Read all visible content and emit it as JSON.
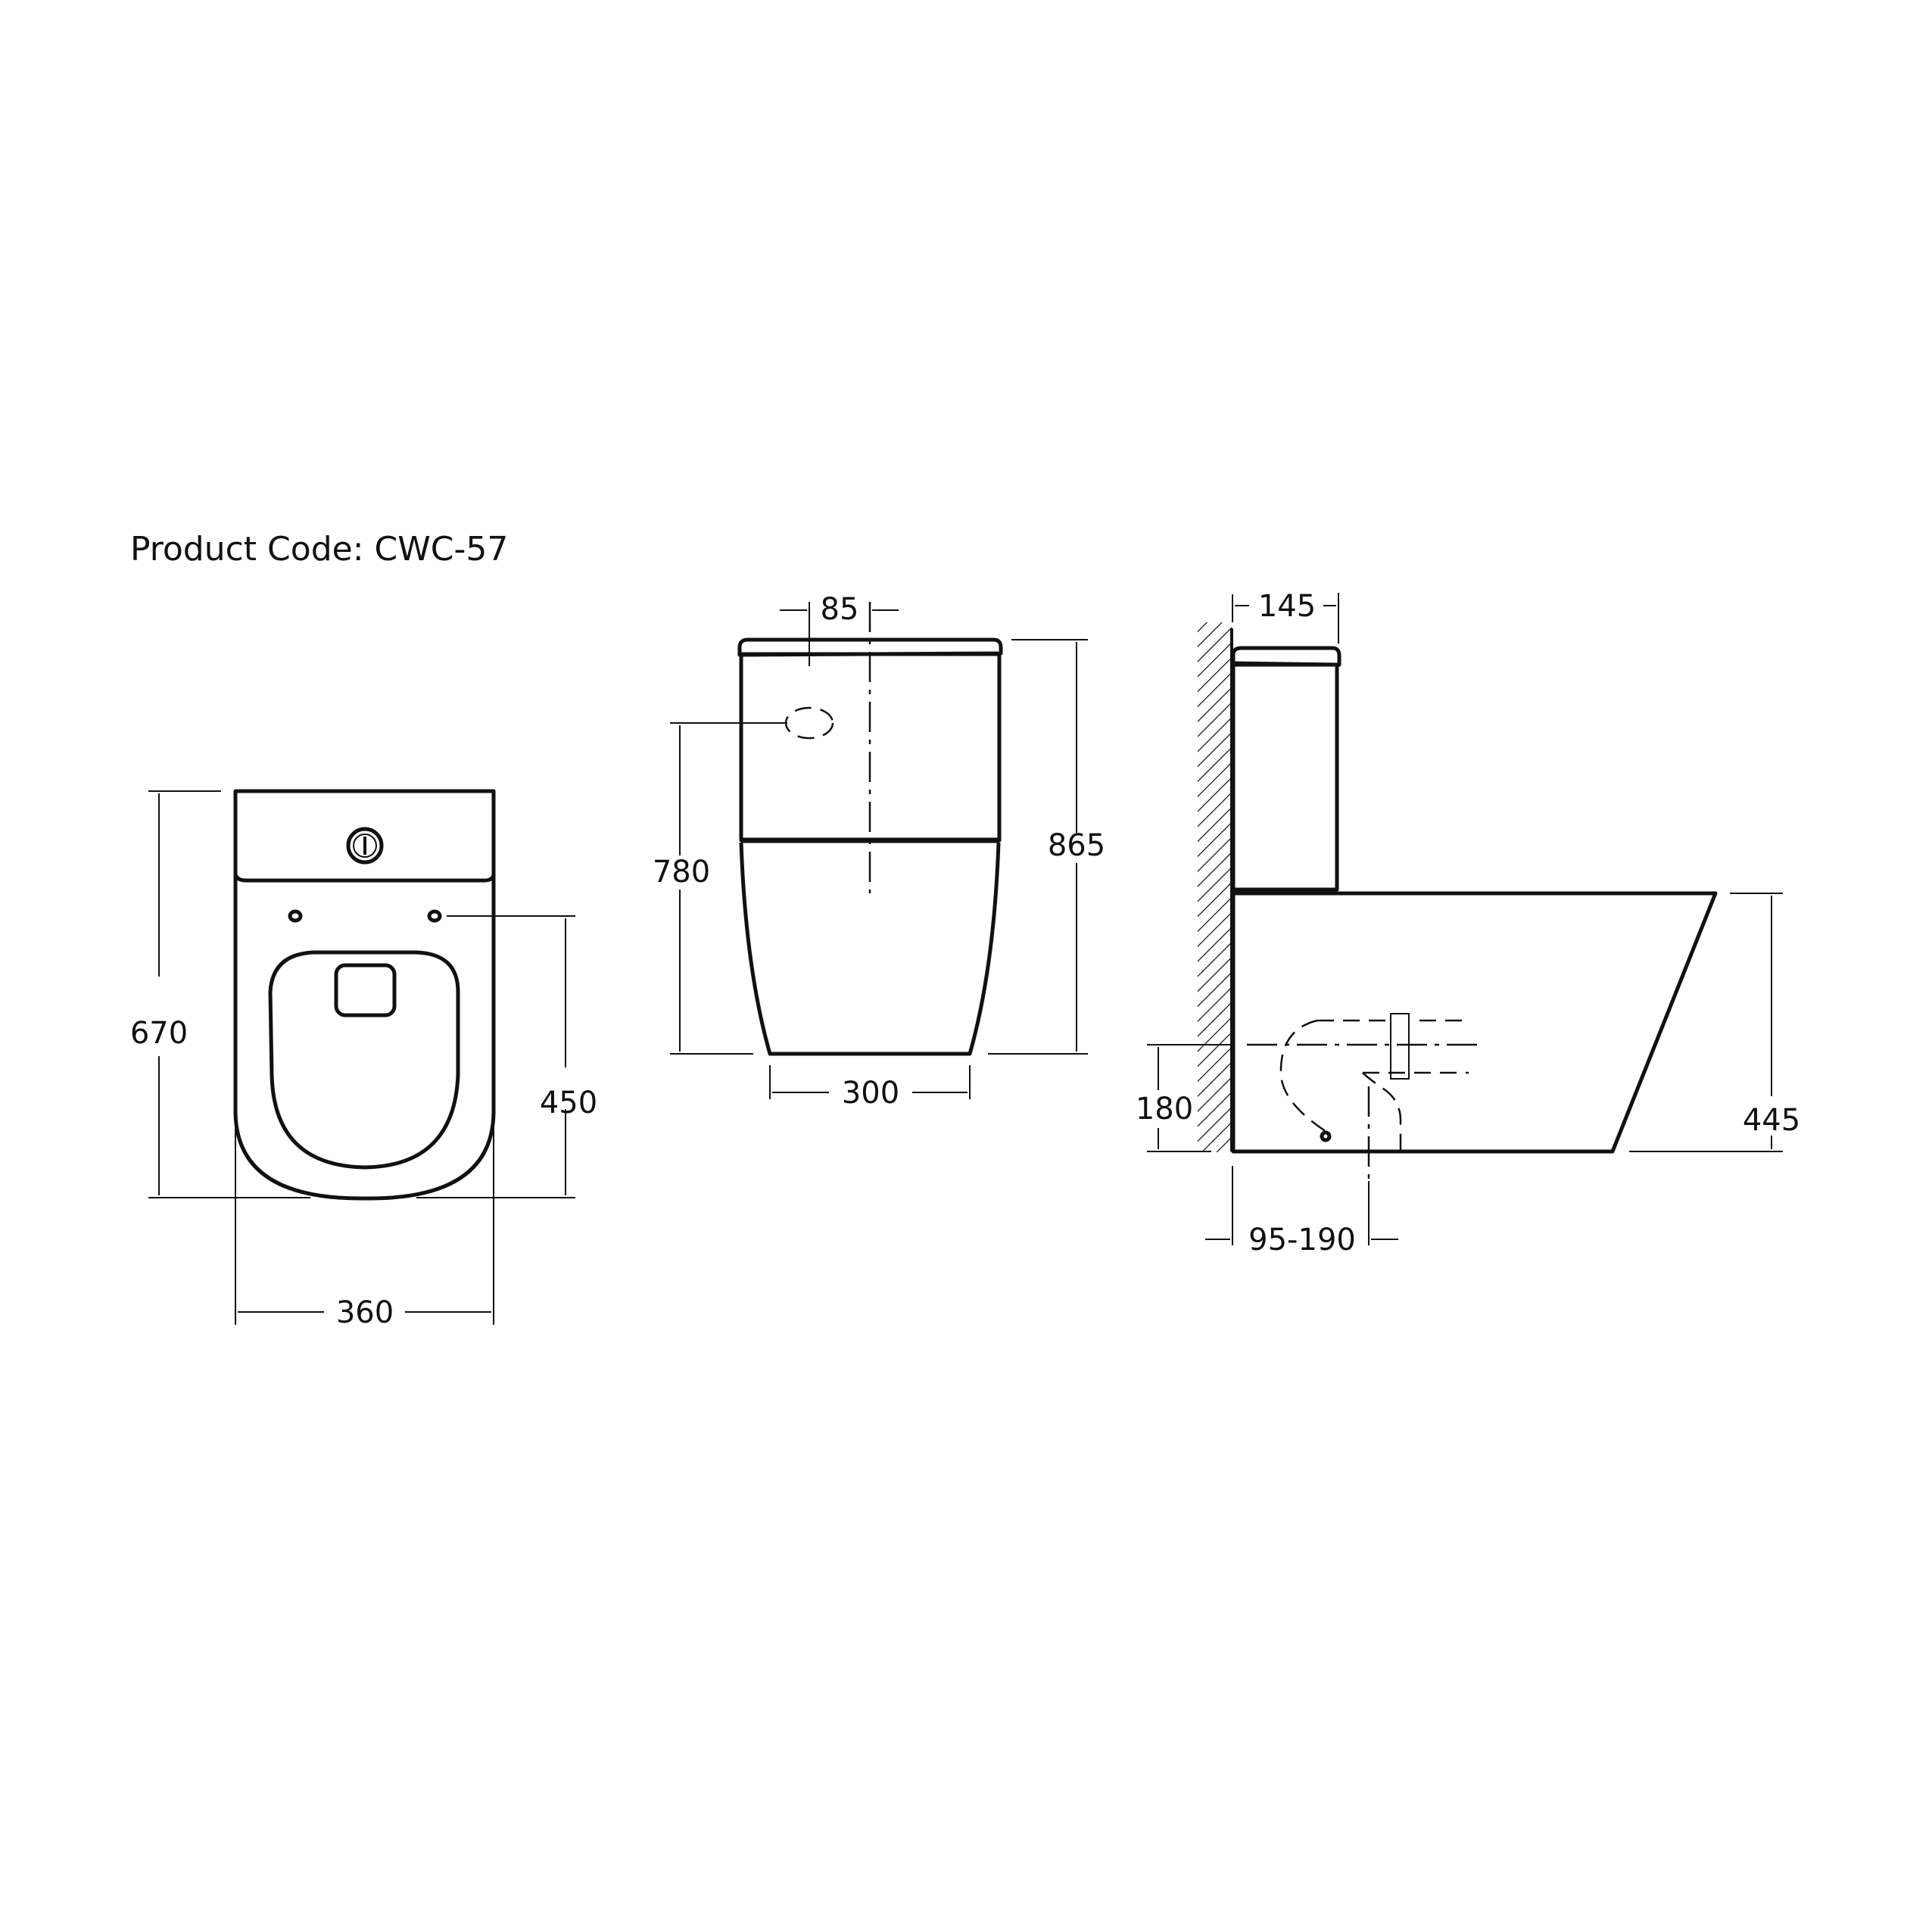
{
  "title": "Product Code: CWC-57",
  "colors": {
    "line": "#111111",
    "background": "#ffffff"
  },
  "top_view": {
    "dimensions": {
      "overall_depth": "670",
      "seat_hinge_to_front": "450",
      "width": "360"
    }
  },
  "front_view": {
    "dimensions": {
      "button_offset": "85",
      "button_height": "780",
      "overall_height": "865",
      "base_width": "300"
    }
  },
  "side_view": {
    "dimensions": {
      "tank_depth": "145",
      "seat_height": "445",
      "outlet_height": "180",
      "outlet_distance": "95-190"
    }
  }
}
